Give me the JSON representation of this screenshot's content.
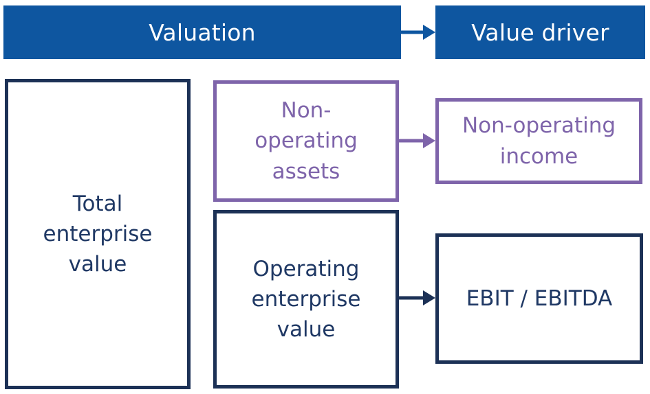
{
  "colors": {
    "header_blue": "#0E56A0",
    "navy_border": "#1C3156",
    "navy_text": "#1F3864",
    "purple": "#7E64AA"
  },
  "headers": {
    "valuation": "Valuation",
    "value_driver": "Value driver"
  },
  "boxes": {
    "total_enterprise_value": {
      "lines": [
        "Total",
        "enterprise",
        "value"
      ]
    },
    "non_operating_assets": {
      "lines": [
        "Non-",
        "operating",
        "assets"
      ]
    },
    "operating_enterprise_value": {
      "lines": [
        "Operating",
        "enterprise",
        "value"
      ]
    },
    "non_operating_income": {
      "lines": [
        "Non-operating",
        "income"
      ]
    },
    "ebit_ebitda": {
      "lines": [
        "EBIT / EBITDA"
      ]
    }
  },
  "icons": {
    "header_arrow": "arrow-right",
    "assets_to_income_arrow": "arrow-right",
    "value_to_ebit_arrow": "arrow-right"
  }
}
